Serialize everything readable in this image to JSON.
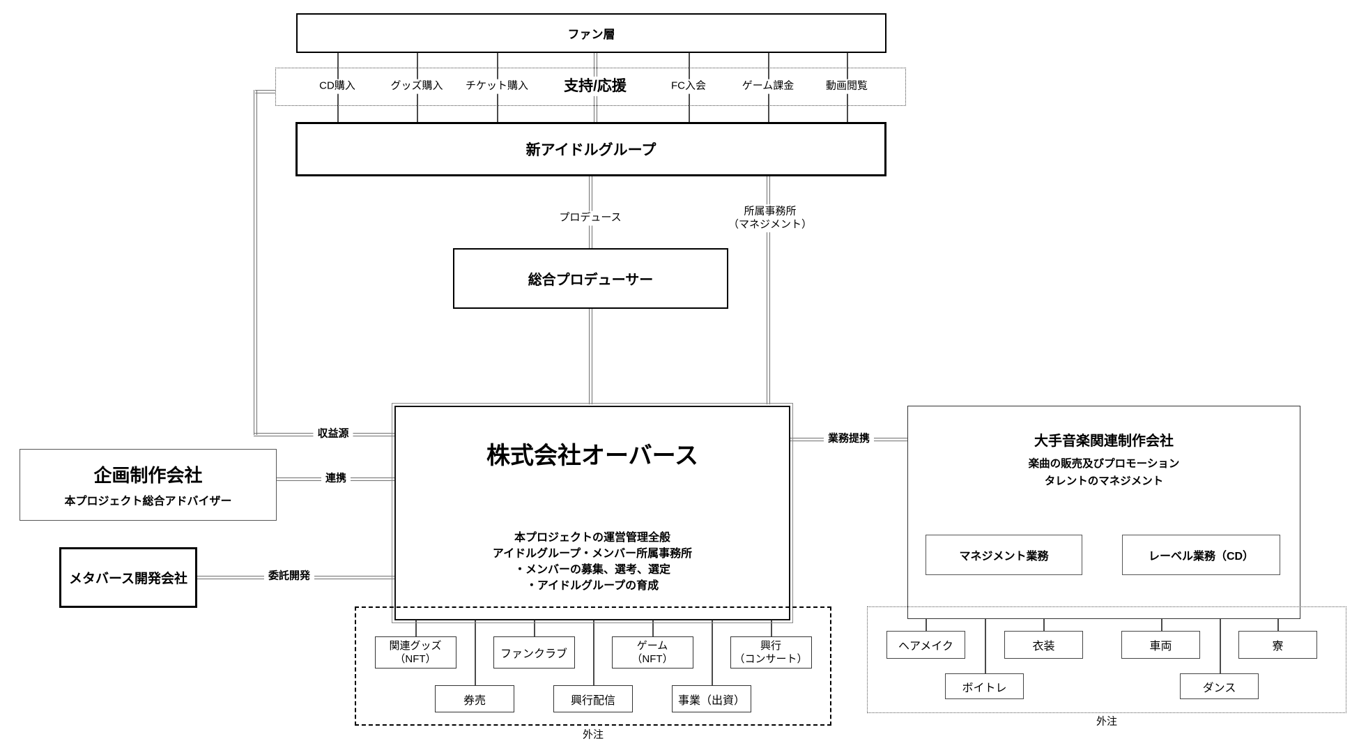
{
  "meta": {
    "background_color": "#ffffff",
    "line_color": "#555555",
    "text_color": "#000000"
  },
  "top": {
    "fan_label": "ファン層",
    "strip": {
      "left": [
        "CD購入",
        "グッズ購入",
        "チケット購入"
      ],
      "main": "支持/応援",
      "right": [
        "FC入会",
        "ゲーム課金",
        "動画閲覧"
      ]
    },
    "idol_group_label": "新アイドルグループ",
    "produce_label": "プロデュース",
    "agency_label": "所属事務所\n（マネジメント）",
    "producer_label": "総合プロデューサー"
  },
  "center": {
    "company_name": "株式会社オーバース",
    "company_description": "本プロジェクトの運営管理全般\nアイドルグループ・メンバー所属事務所\n・メンバーの募集、選考、選定\n・アイドルグループの育成"
  },
  "left": {
    "revenue_label": "収益源",
    "planning_company": {
      "title": "企画制作会社",
      "subtitle": "本プロジェクト総合アドバイザー"
    },
    "collaboration_label": "連携",
    "metaverse_company": "メタバース開発会社",
    "outsourced_dev_label": "委託開発"
  },
  "right": {
    "partnership_label": "業務提携",
    "music_company": {
      "title": "大手音楽関連制作会社",
      "description": "楽曲の販売及びプロモーション\nタレントのマネジメント"
    },
    "management_label": "マネジメント業務",
    "record_label": "レーベル業務（CD）"
  },
  "bottom_center": {
    "row1": [
      "関連グッズ\n（NFT）",
      "ファンクラブ",
      "ゲーム\n（NFT）",
      "興行\n（コンサート）"
    ],
    "row2": [
      "券売",
      "興行配信",
      "事業（出資）"
    ],
    "outsourcing_label": "外注"
  },
  "bottom_right": {
    "row1": [
      "ヘアメイク",
      "衣装",
      "車両",
      "寮"
    ],
    "row2": [
      "ボイトレ",
      "ダンス"
    ],
    "outsourcing_label": "外注"
  }
}
